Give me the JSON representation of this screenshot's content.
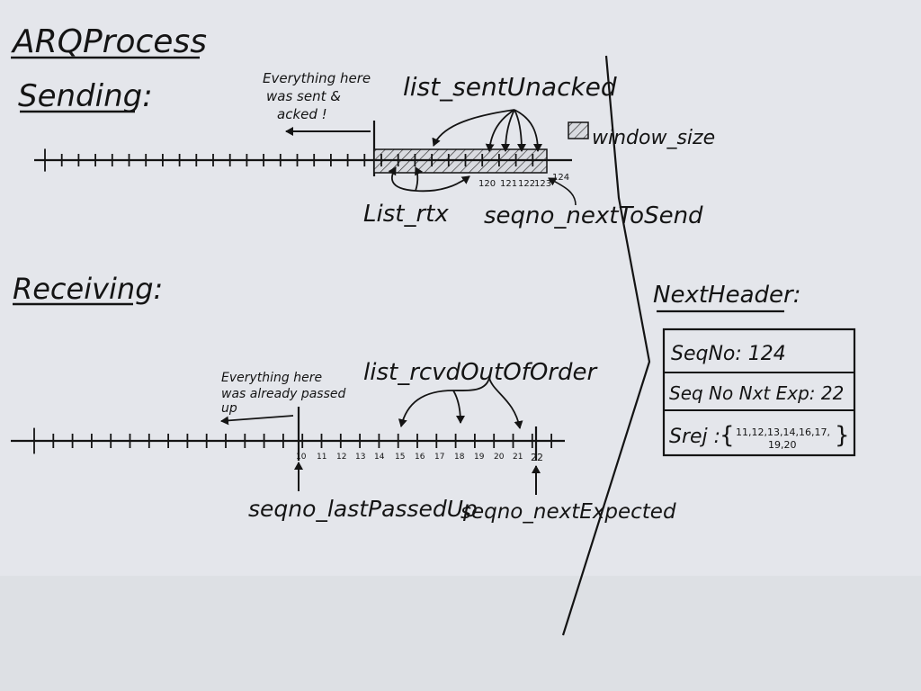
{
  "title": "ARQProcess",
  "sending": {
    "heading": "Sending:",
    "note_lines": [
      "Everything here",
      "was sent &",
      "acked !"
    ],
    "list_sent": "list_sentUnacked",
    "legend": "window_size",
    "list_rtx": "List_rtx",
    "seqno_next": "seqno_nextToSend",
    "tick_labels": [
      "120",
      "121",
      "122",
      "123",
      "124"
    ]
  },
  "receiving": {
    "heading": "Receiving:",
    "note_lines": [
      "Everything here",
      "was already passed",
      "up"
    ],
    "list_rcvd": "list_rcvdOutOfOrder",
    "tick_labels": [
      "10",
      "11",
      "12",
      "13",
      "14",
      "15",
      "16",
      "17",
      "18",
      "19",
      "20",
      "21",
      "22"
    ],
    "last_passed": "seqno_lastPassedUp",
    "next_expected": "seqno_nextExpected"
  },
  "next_header": {
    "heading": "NextHeader:",
    "seq_no": "SeqNo:  124",
    "seq_no_nxt_exp": "Seq No Nxt Exp: 22",
    "srej_label": "Srej :",
    "srej_line1": "11,12,13,14,16,17,",
    "srej_line2": "19,20"
  },
  "colors": {
    "ink": "#141414",
    "paper": "#e6e8ec"
  }
}
